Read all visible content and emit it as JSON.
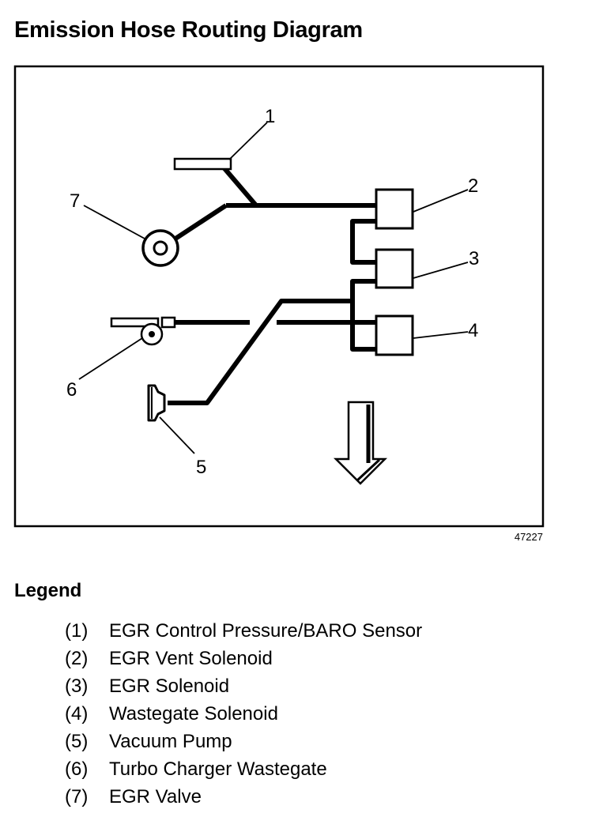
{
  "title": "Emission Hose Routing Diagram",
  "figure_id": "47227",
  "callouts": [
    "1",
    "2",
    "3",
    "4",
    "5",
    "6",
    "7"
  ],
  "legend": {
    "heading": "Legend",
    "items": [
      {
        "num": "(1)",
        "label": "EGR Control Pressure/BARO Sensor"
      },
      {
        "num": "(2)",
        "label": "EGR Vent Solenoid"
      },
      {
        "num": "(3)",
        "label": "EGR Solenoid"
      },
      {
        "num": "(4)",
        "label": "Wastegate Solenoid"
      },
      {
        "num": "(5)",
        "label": "Vacuum Pump"
      },
      {
        "num": "(6)",
        "label": "Turbo Charger Wastegate"
      },
      {
        "num": "(7)",
        "label": "EGR Valve"
      }
    ]
  }
}
